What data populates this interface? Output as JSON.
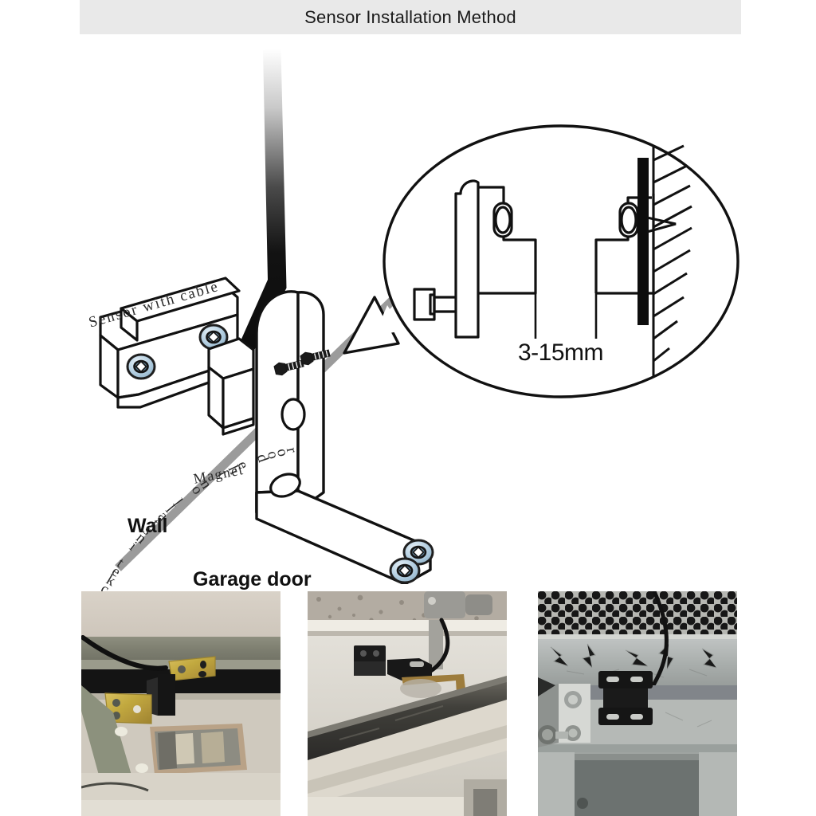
{
  "header": {
    "title": "Sensor Installation Method",
    "bar_color": "#e9e9e9",
    "text_color": "#1a1a1a"
  },
  "diagram": {
    "labels": {
      "sensor": "Sensor with cable",
      "magnet": "Magnet",
      "wall": "Wall",
      "garage_door": "Garage door",
      "bracket": "Bracket install on the door",
      "gap": "3-15mm"
    },
    "colors": {
      "outline": "#111111",
      "floor_line": "#9a9a9a",
      "screw_blue": "#b9d2e3",
      "screw_dark": "#1c1c1c",
      "cable": "#101010"
    }
  },
  "photos": [
    {
      "name": "photo-bracket-on-rail",
      "caption": "Gold bracket and sensor mounted on garage door rail"
    },
    {
      "name": "photo-sensor-on-wall",
      "caption": "Black sensor and magnet mounted beside door track"
    },
    {
      "name": "photo-sensor-on-metal-frame",
      "caption": "Black sensor mounted on galvanized metal frame"
    }
  ]
}
